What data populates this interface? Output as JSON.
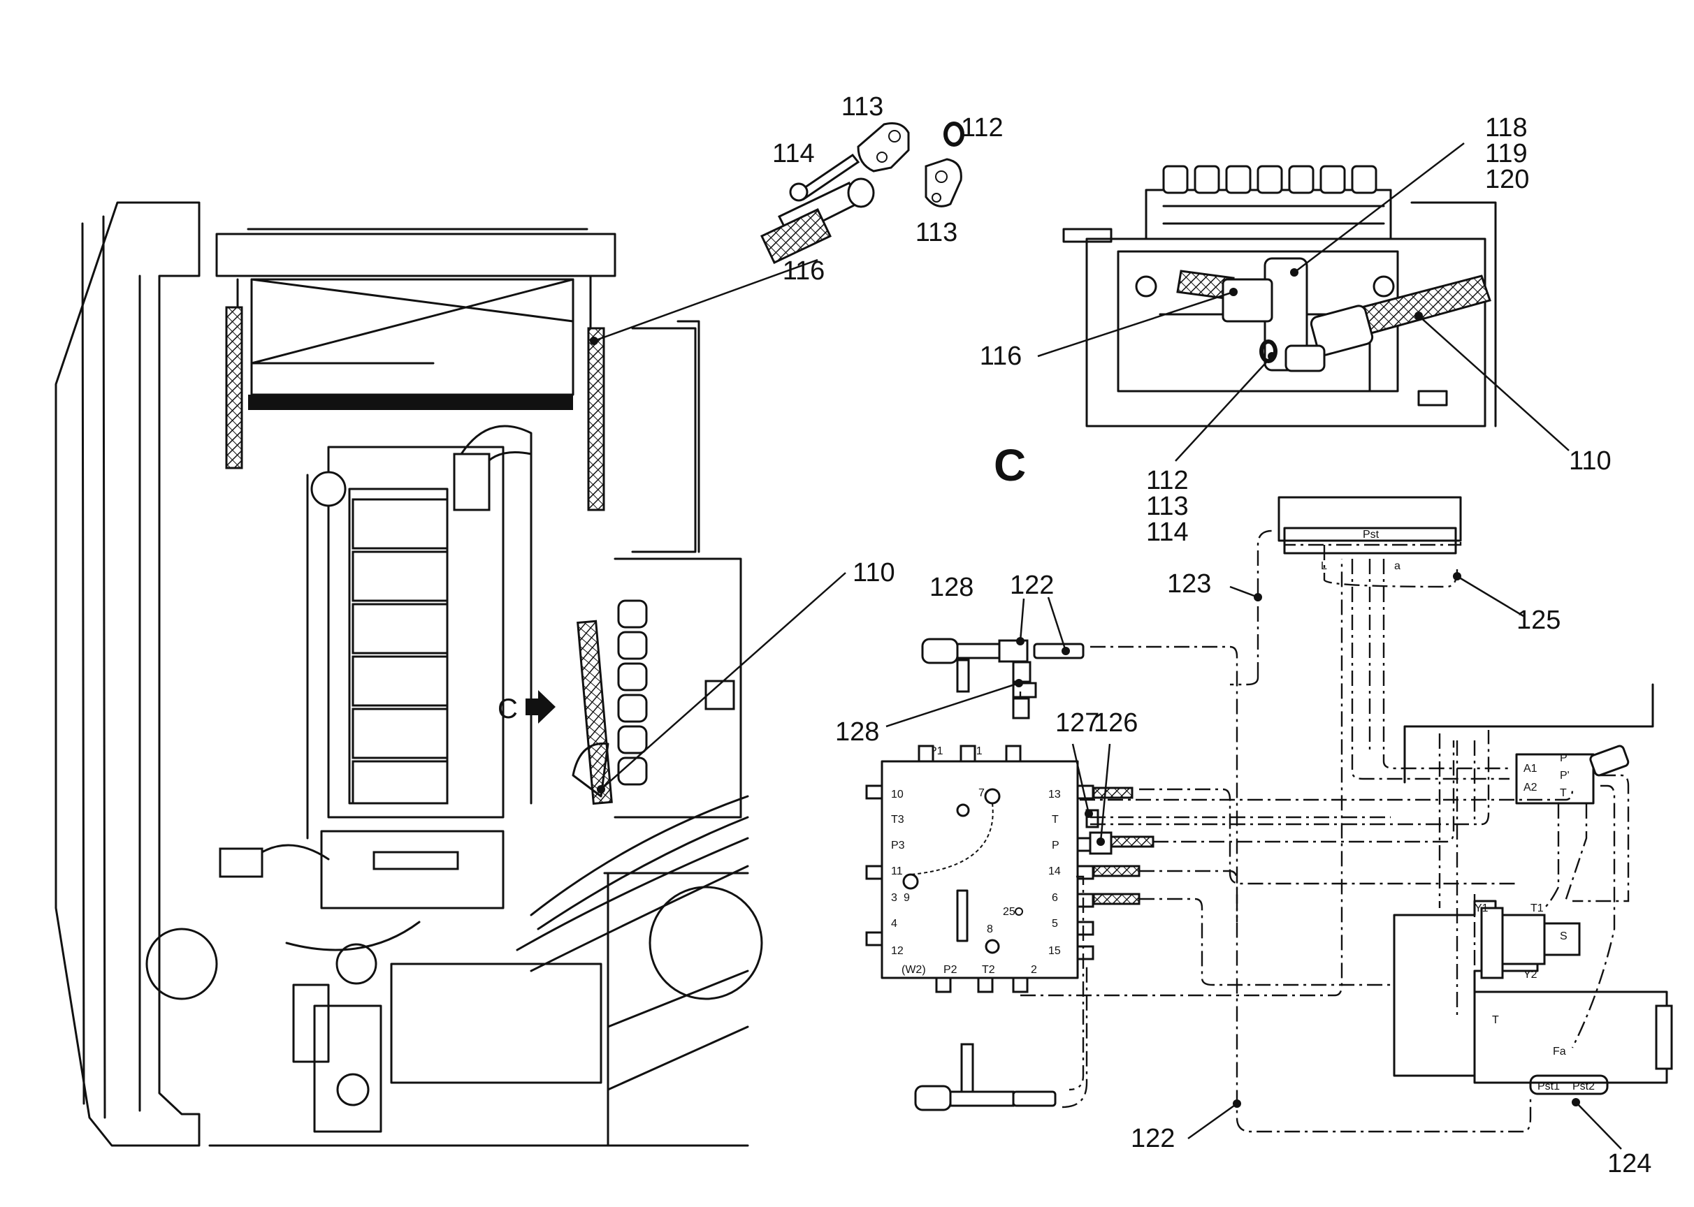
{
  "callouts": {
    "c110_top": "110",
    "c110_mid": "110",
    "c112_a": "112",
    "c112_b": "112",
    "c113_a": "113",
    "c113_b": "113",
    "c113_c": "113",
    "c114_a": "114",
    "c114_b": "114",
    "c116_a": "116",
    "c116_b": "116",
    "c118": "118",
    "c119": "119",
    "c120": "120",
    "c122_a": "122",
    "c122_b": "122",
    "c123": "123",
    "c124": "124",
    "c125": "125",
    "c126": "126",
    "c127": "127",
    "c128_a": "128",
    "c128_b": "128"
  },
  "view_marker": {
    "detail": "C",
    "arrow": "C"
  },
  "valve_block_ports": {
    "top": [
      "P1",
      "T1",
      "1"
    ],
    "left": [
      "10",
      "T3",
      "P3",
      "11",
      "3",
      "4",
      "12"
    ],
    "right": [
      "13",
      "T",
      "P",
      "14",
      "6",
      "5",
      "15"
    ],
    "bottom": [
      "(W2)",
      "P2",
      "T2",
      "2"
    ],
    "inner": [
      "7",
      "9",
      "8",
      "25"
    ]
  },
  "pilot_block": {
    "labels": [
      "Pst",
      "L",
      "a"
    ]
  },
  "control_valve": {
    "labels": [
      "A1",
      "A2",
      "P",
      "P'",
      "T"
    ]
  },
  "pump": {
    "labels": [
      "Y1",
      "T1",
      "S",
      "Y2",
      "T",
      "Fa",
      "Pst1",
      "Pst2"
    ]
  }
}
